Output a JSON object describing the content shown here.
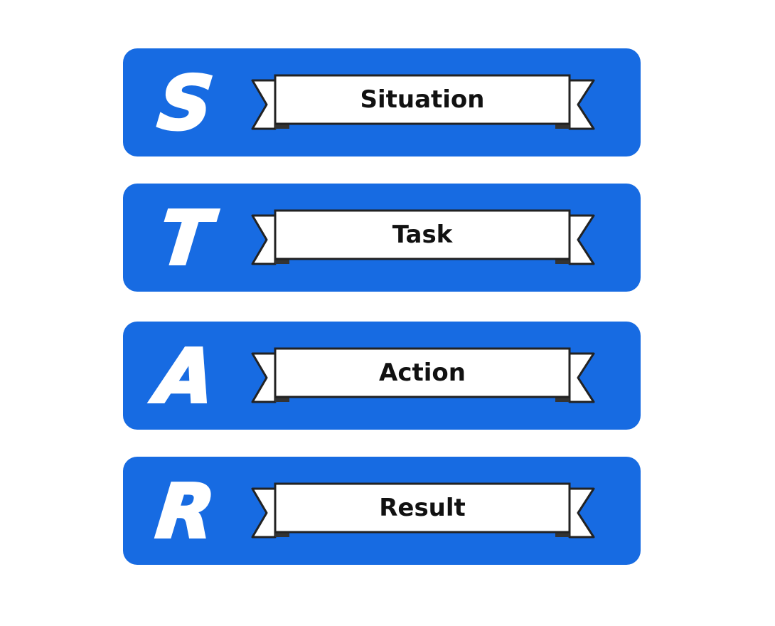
{
  "colors": {
    "card_background": "#176BE2",
    "letter_color": "#FFFFFF",
    "ribbon_fill": "#FFFFFF",
    "ribbon_outline": "#222222",
    "label_color": "#111111"
  },
  "items": [
    {
      "letter": "S",
      "label": "Situation"
    },
    {
      "letter": "T",
      "label": "Task"
    },
    {
      "letter": "A",
      "label": "Action"
    },
    {
      "letter": "R",
      "label": "Result"
    }
  ]
}
